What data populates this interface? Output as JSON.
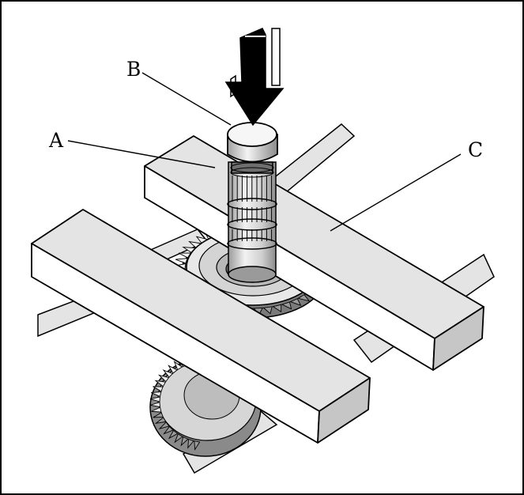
{
  "labels": {
    "a": "A",
    "b": "B",
    "c": "C"
  },
  "colors": {
    "outline": "#000000",
    "light_gray": "#e4e4e4",
    "mid_gray": "#b4b4b4",
    "dark_gray": "#6e6e6e",
    "background": "#ffffff"
  },
  "icons": [
    "press-arrow-icon"
  ]
}
